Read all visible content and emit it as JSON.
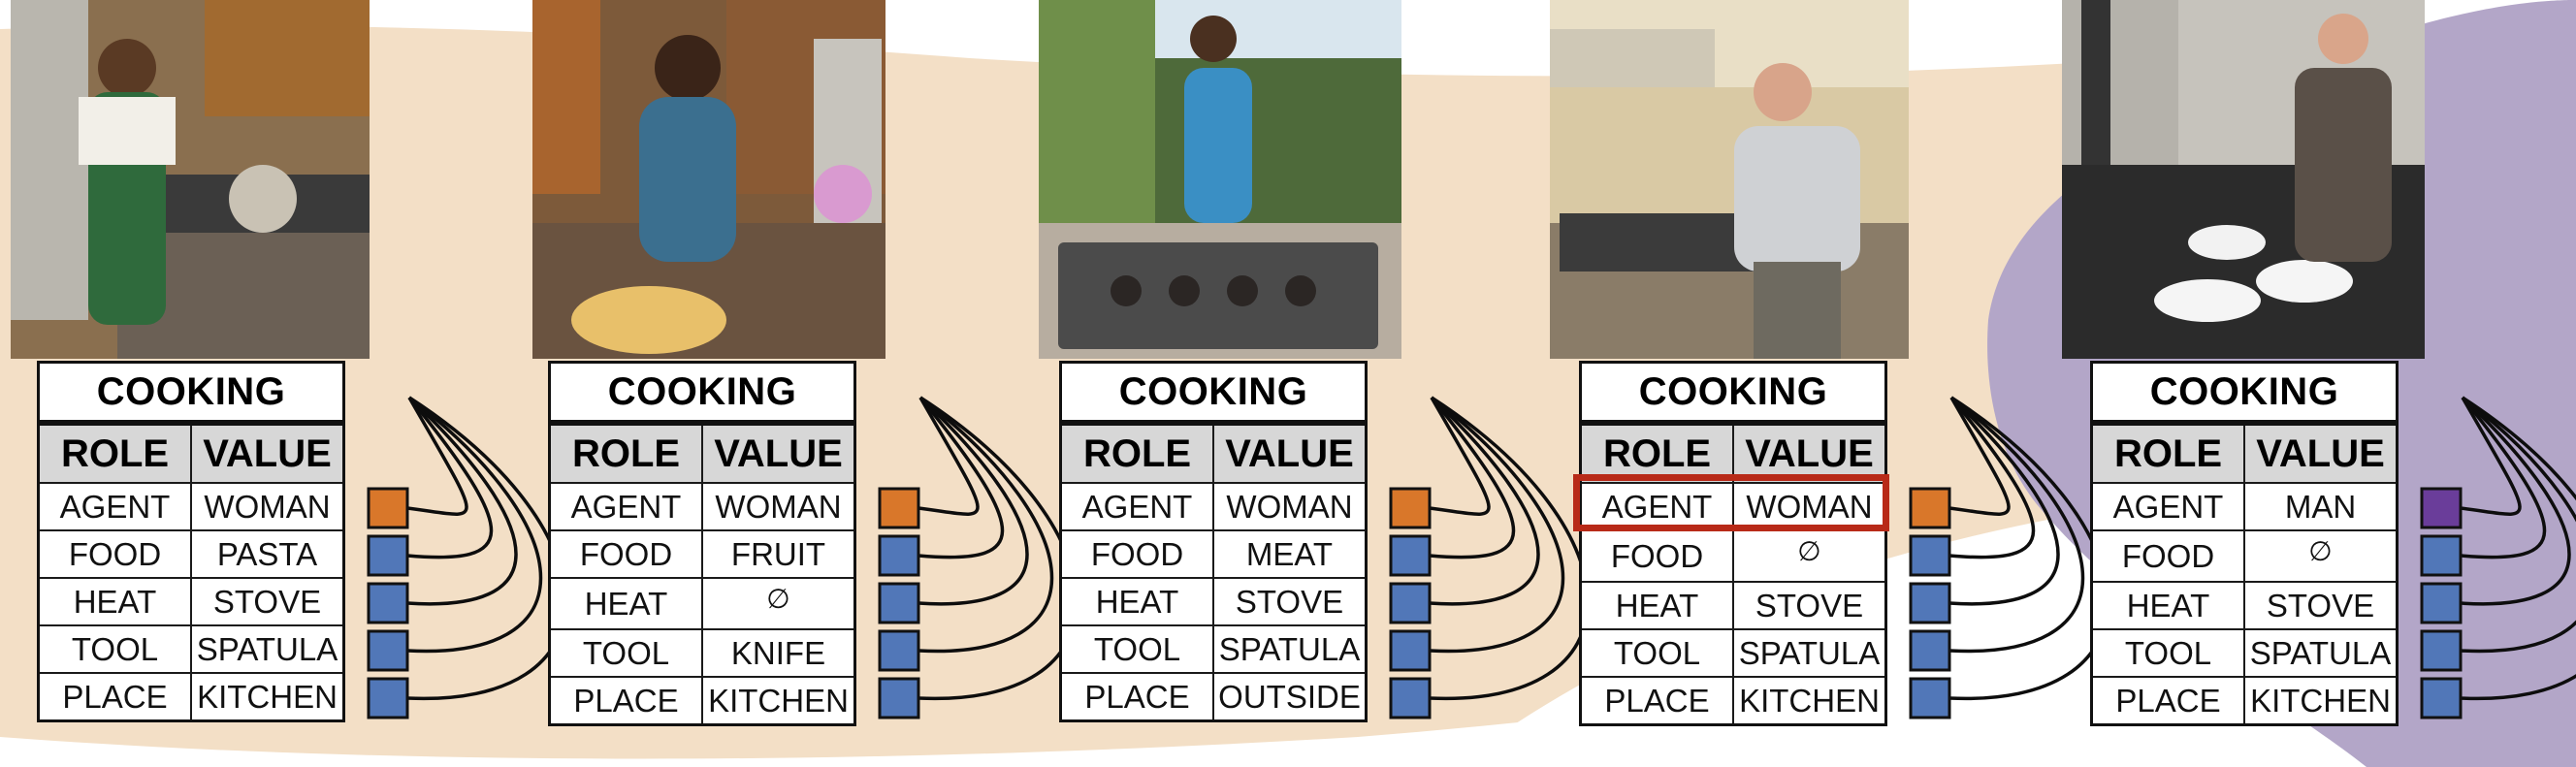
{
  "colors": {
    "bg_peach": "#f3dfc6",
    "bg_purple": "#b3a6c8",
    "role_orange": "#d9772a",
    "role_blue": "#5177b8",
    "role_purple": "#6a3d9a",
    "highlight": "#b82a18",
    "header_gray": "#d7d7d7"
  },
  "header": {
    "role": "ROLE",
    "value": "VALUE"
  },
  "panels": [
    {
      "verb": "COOKING",
      "photo": "woman-stirring-pan-at-stove",
      "rows": [
        {
          "role": "AGENT",
          "value": "WOMAN"
        },
        {
          "role": "FOOD",
          "value": "PASTA"
        },
        {
          "role": "HEAT",
          "value": "STOVE"
        },
        {
          "role": "TOOL",
          "value": "SPATULA"
        },
        {
          "role": "PLACE",
          "value": "KITCHEN"
        }
      ],
      "agent_color": "orange"
    },
    {
      "verb": "COOKING",
      "photo": "woman-cutting-fruit",
      "rows": [
        {
          "role": "AGENT",
          "value": "WOMAN"
        },
        {
          "role": "FOOD",
          "value": "FRUIT"
        },
        {
          "role": "HEAT",
          "value": "∅"
        },
        {
          "role": "TOOL",
          "value": "KNIFE"
        },
        {
          "role": "PLACE",
          "value": "KITCHEN"
        }
      ],
      "agent_color": "orange"
    },
    {
      "verb": "COOKING",
      "photo": "woman-at-outdoor-griddle",
      "rows": [
        {
          "role": "AGENT",
          "value": "WOMAN"
        },
        {
          "role": "FOOD",
          "value": "MEAT"
        },
        {
          "role": "HEAT",
          "value": "STOVE"
        },
        {
          "role": "TOOL",
          "value": "SPATULA"
        },
        {
          "role": "PLACE",
          "value": "OUTSIDE"
        }
      ],
      "agent_color": "orange"
    },
    {
      "verb": "COOKING",
      "photo": "man-cooking-at-stove",
      "rows": [
        {
          "role": "AGENT",
          "value": "WOMAN"
        },
        {
          "role": "FOOD",
          "value": "∅"
        },
        {
          "role": "HEAT",
          "value": "STOVE"
        },
        {
          "role": "TOOL",
          "value": "SPATULA"
        },
        {
          "role": "PLACE",
          "value": "KITCHEN"
        }
      ],
      "agent_color": "orange",
      "highlight_row": 0
    },
    {
      "verb": "COOKING",
      "photo": "man-in-apron-at-range",
      "rows": [
        {
          "role": "AGENT",
          "value": "MAN"
        },
        {
          "role": "FOOD",
          "value": "∅"
        },
        {
          "role": "HEAT",
          "value": "STOVE"
        },
        {
          "role": "TOOL",
          "value": "SPATULA"
        },
        {
          "role": "PLACE",
          "value": "KITCHEN"
        }
      ],
      "agent_color": "purple"
    }
  ]
}
